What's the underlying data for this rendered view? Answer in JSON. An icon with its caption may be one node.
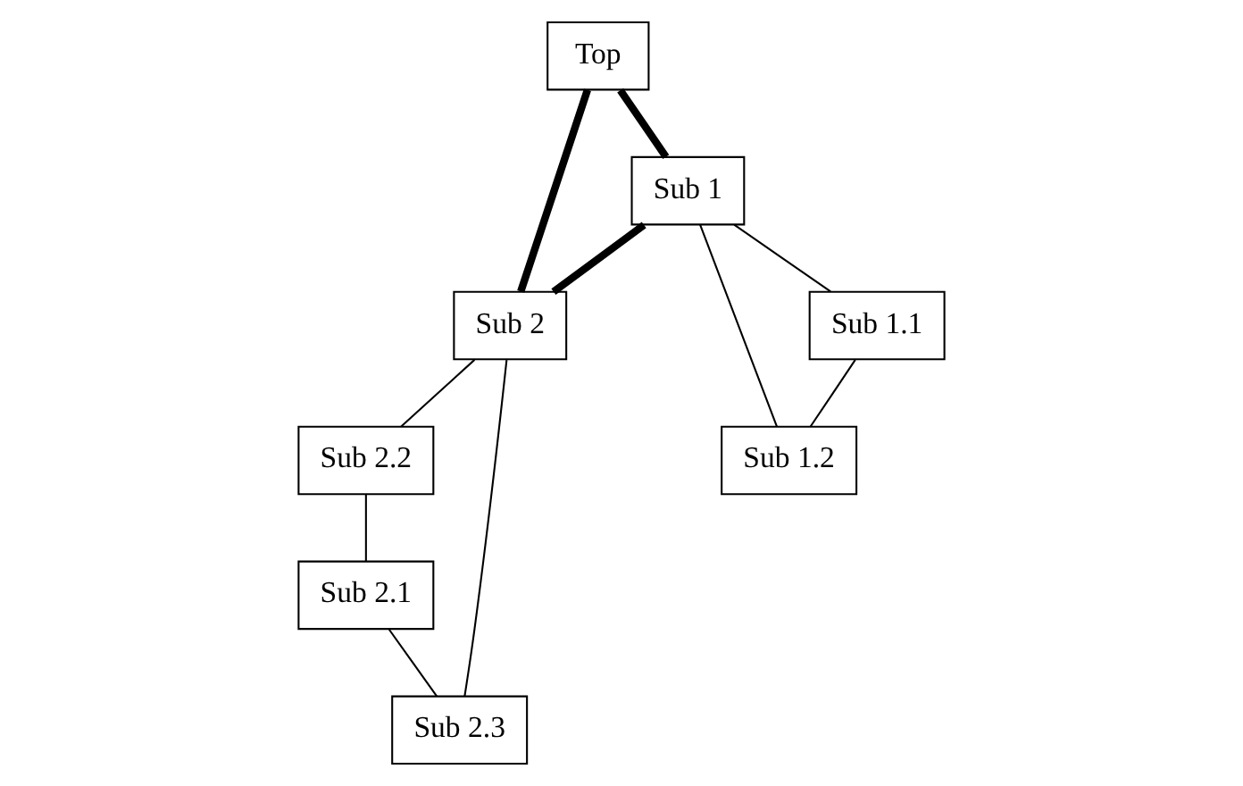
{
  "diagram": {
    "nodes": [
      {
        "text": [
          "Top"
        ]
      },
      {
        "text": [
          "Sub 1"
        ]
      },
      {
        "text": [
          "Sub 2"
        ]
      },
      {
        "text": [
          "Sub 1.2"
        ]
      },
      {
        "text": [
          "Sub 2.2"
        ]
      },
      {
        "text": [
          "Sub 1.1"
        ]
      },
      {
        "text": [
          "Sub 2.1"
        ]
      },
      {
        "text": [
          "Sub 2.3"
        ]
      }
    ],
    "edges": [
      {
        "from": 0,
        "to": 1,
        "arrow": "none",
        "style": "thick"
      },
      {
        "from": 0,
        "to": 2,
        "arrow": "none",
        "style": "thick"
      },
      {
        "from": 1,
        "to": 2,
        "arrow": "none",
        "style": "thick"
      },
      {
        "from": 1,
        "to": 3,
        "arrow": "none"
      },
      {
        "from": 1,
        "to": 5,
        "arrow": "none"
      },
      {
        "from": 5,
        "to": 3,
        "arrow": "none"
      },
      {
        "from": 2,
        "to": 7,
        "arrow": "none"
      },
      {
        "from": 2,
        "to": 4,
        "arrow": "none"
      },
      {
        "from": 4,
        "to": 6,
        "arrow": "none"
      },
      {
        "from": 6,
        "to": 7,
        "arrow": "none"
      }
    ]
  }
}
